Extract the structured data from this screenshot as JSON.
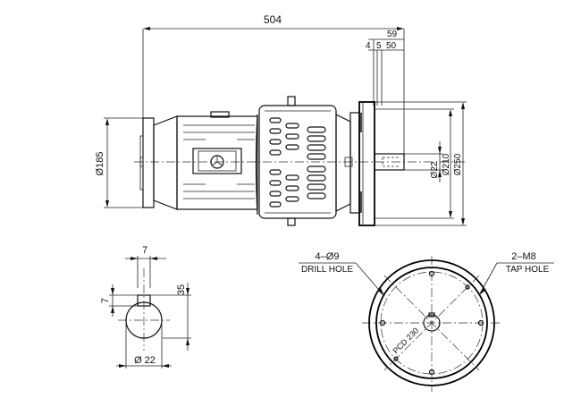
{
  "side_view": {
    "dim_overall_length": "504",
    "dim_shaft_total": "59",
    "dim_4": "4",
    "dim_5": "5",
    "dim_50": "50",
    "dim_motor_dia": "Ø185",
    "dim_shaft_dia": "Ø22",
    "dim_pilot_dia": "Ø210",
    "dim_flange_dia": "Ø250"
  },
  "shaft_section": {
    "dim_key_width": "7",
    "dim_key_height": "7",
    "dim_height": "35",
    "dim_shaft_dia": "Ø 22"
  },
  "flange_view": {
    "drill_spec": "4–Ø9",
    "drill_label": "DRILL HOLE",
    "tap_spec": "2–M8",
    "tap_label": "TAP HOLE",
    "pcd_label": "PCD 230"
  }
}
